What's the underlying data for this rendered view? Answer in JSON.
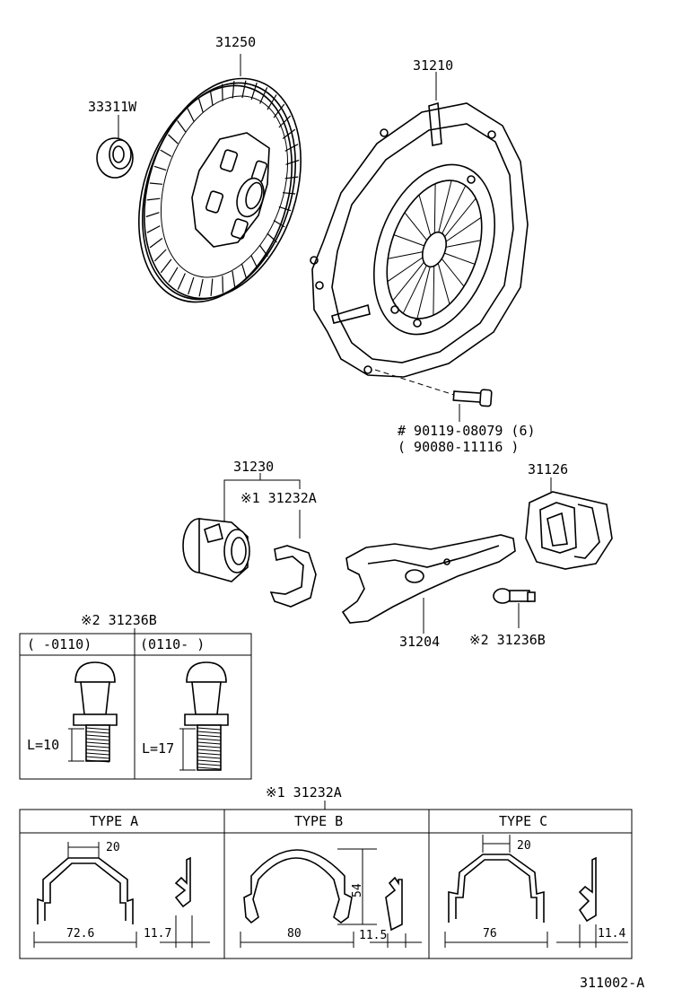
{
  "labels": {
    "disc": "31250",
    "bearing_pilot": "33311W",
    "cover": "31210",
    "bolt_1": "# 90119-08079 (6)",
    "bolt_2": "( 90080-11116 )",
    "release_bearing": "31230",
    "clip_ref": "※1 31232A",
    "boot": "31126",
    "fork": "31204",
    "pivot_ref": "※2 31236B",
    "pivot_table_title": "※2 31236B",
    "pivot_col1": "(      -0110)",
    "pivot_col2": "(0110-      )",
    "pivot_len1": "L=10",
    "pivot_len2": "L=17",
    "clip_table_title": "※1 31232A",
    "type_a": "TYPE  A",
    "type_b": "TYPE  B",
    "type_c": "TYPE  C",
    "a_top": "20",
    "a_width": "72.6",
    "a_thick": "11.7",
    "b_height": "54",
    "b_width": "80",
    "b_thick": "11.5",
    "c_top": "20",
    "c_width": "76",
    "c_thick": "11.4",
    "figure_code": "311002-A"
  }
}
